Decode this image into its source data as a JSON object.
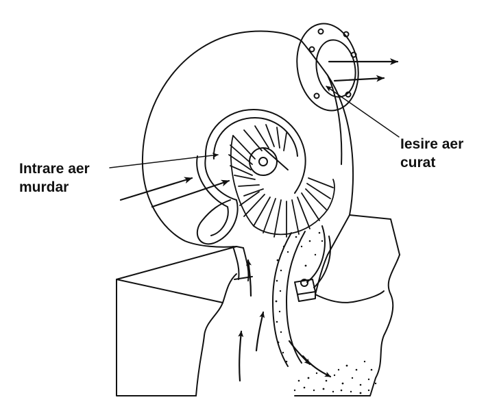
{
  "labels": {
    "inlet": {
      "line1": "Intrare aer",
      "line2": "murdar"
    },
    "outlet": {
      "line1": "Iesire aer",
      "line2": "curat"
    }
  },
  "colors": {
    "ink": "#111111",
    "background": "#ffffff"
  }
}
